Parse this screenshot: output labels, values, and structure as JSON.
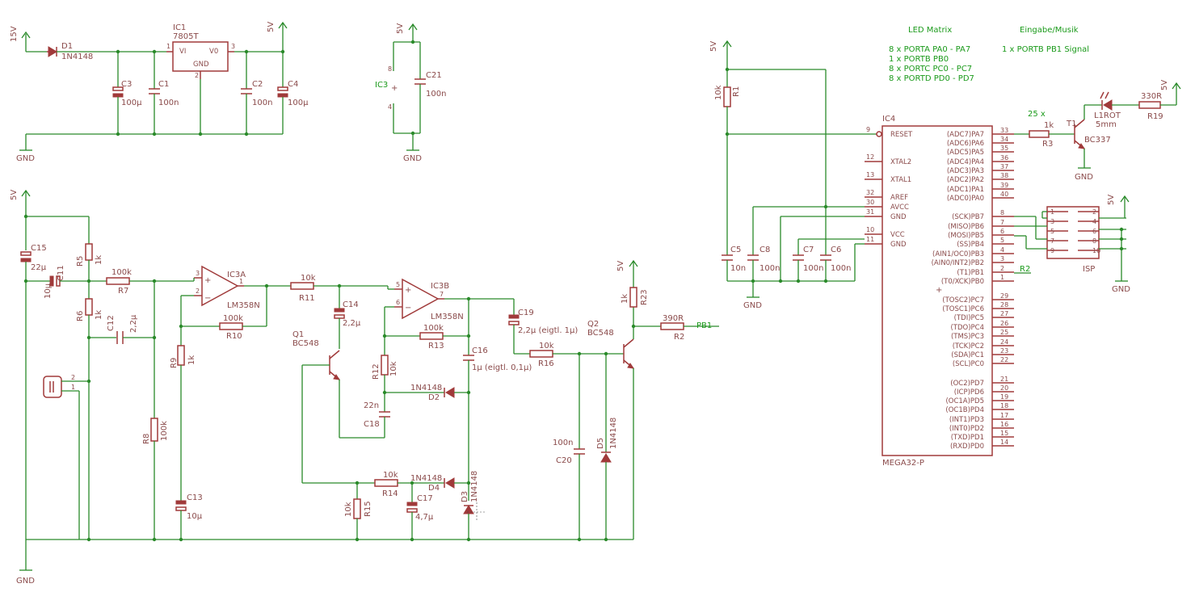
{
  "supply": {
    "v15": "15V",
    "v5": "5V",
    "gnd": "GND"
  },
  "regulator": {
    "name": "IC1",
    "value": "7805T",
    "vi": "VI",
    "vo": "V0",
    "gnd": "GND",
    "p1": "1",
    "p2": "2",
    "p3": "3"
  },
  "d1": {
    "name": "D1",
    "value": "1N4148"
  },
  "c1": {
    "name": "C1",
    "value": "100n"
  },
  "c2": {
    "name": "C2",
    "value": "100n"
  },
  "c3": {
    "name": "C3",
    "value": "100µ"
  },
  "c4": {
    "name": "C4",
    "value": "100µ"
  },
  "ic3pwr": {
    "name": "IC3",
    "p8": "8",
    "p4": "4"
  },
  "c21": {
    "name": "C21",
    "value": "100n"
  },
  "c15": {
    "name": "C15",
    "value": "22µ"
  },
  "c11": {
    "name": "C11",
    "value": "10µ"
  },
  "r5": {
    "name": "R5",
    "value": "1k"
  },
  "r6": {
    "name": "R6",
    "value": "1k"
  },
  "r7": {
    "name": "R7",
    "value": "100k"
  },
  "c12": {
    "name": "C12",
    "value": "2,2µ"
  },
  "r8": {
    "name": "R8",
    "value": "100k"
  },
  "mic": {
    "p1": "1",
    "p2": "2"
  },
  "ic3a": {
    "name": "IC3A",
    "value": "LM358N",
    "p1": "1",
    "p2": "2",
    "p3": "3"
  },
  "r10": {
    "name": "R10",
    "value": "100k"
  },
  "r9": {
    "name": "R9",
    "value": "1k"
  },
  "c13": {
    "name": "C13",
    "value": "10µ"
  },
  "r11": {
    "name": "R11",
    "value": "10k"
  },
  "c14": {
    "name": "C14",
    "value": "2,2µ"
  },
  "q1": {
    "name": "Q1",
    "value": "BC548"
  },
  "ic3b": {
    "name": "IC3B",
    "value": "LM358N",
    "p5": "5",
    "p6": "6",
    "p7": "7"
  },
  "r13": {
    "name": "R13",
    "value": "100k"
  },
  "r12": {
    "name": "R12",
    "value": "10k"
  },
  "c16": {
    "name": "C16",
    "value": "1µ (eigtl. 0,1µ)"
  },
  "d2": {
    "name": "D2",
    "value": "1N4148"
  },
  "c18": {
    "name": "C18",
    "value": "22n"
  },
  "r14": {
    "name": "R14",
    "value": "10k"
  },
  "d4": {
    "name": "D4",
    "value": "1N4148"
  },
  "r15": {
    "name": "R15",
    "value": "10k"
  },
  "c17": {
    "name": "C17",
    "value": "4,7µ"
  },
  "d3": {
    "name": "D3",
    "value": "1N4148"
  },
  "c19": {
    "name": "C19",
    "value": "2,2µ (eigtl. 1µ)"
  },
  "r16": {
    "name": "R16",
    "value": "10k"
  },
  "c20": {
    "name": "C20",
    "value": "100n"
  },
  "d5": {
    "name": "D5",
    "value": "1N4148"
  },
  "q2": {
    "name": "Q2",
    "value": "BC548"
  },
  "r23": {
    "name": "R23",
    "value": "1k"
  },
  "r2": {
    "name": "R2",
    "value": "390R",
    "net": "PB1"
  },
  "r1": {
    "name": "R1",
    "value": "10k"
  },
  "c5": {
    "name": "C5",
    "value": "10n"
  },
  "c8": {
    "name": "C8",
    "value": "100n"
  },
  "c7": {
    "name": "C7",
    "value": "100n"
  },
  "c6": {
    "name": "C6",
    "value": "100n"
  },
  "mcu": {
    "name": "IC4",
    "value": "MEGA32-P",
    "left_pins": [
      {
        "num": "9",
        "label": "RESET"
      },
      {
        "num": "12",
        "label": "XTAL2"
      },
      {
        "num": "13",
        "label": "XTAL1"
      },
      {
        "num": "32",
        "label": "AREF"
      },
      {
        "num": "30",
        "label": "AVCC"
      },
      {
        "num": "31",
        "label": "GND"
      },
      {
        "num": "10",
        "label": "VCC"
      },
      {
        "num": "11",
        "label": "GND"
      }
    ],
    "right_pins": [
      {
        "num": "33",
        "label": "(ADC7)PA7"
      },
      {
        "num": "34",
        "label": "(ADC6)PA6"
      },
      {
        "num": "35",
        "label": "(ADC5)PA5"
      },
      {
        "num": "36",
        "label": "(ADC4)PA4"
      },
      {
        "num": "37",
        "label": "(ADC3)PA3"
      },
      {
        "num": "38",
        "label": "(ADC2)PA2"
      },
      {
        "num": "39",
        "label": "(ADC1)PA1"
      },
      {
        "num": "40",
        "label": "(ADC0)PA0"
      },
      {
        "num": "8",
        "label": "(SCK)PB7"
      },
      {
        "num": "7",
        "label": "(MISO)PB6"
      },
      {
        "num": "6",
        "label": "(MOSI)PB5"
      },
      {
        "num": "5",
        "label": "(SS)PB4"
      },
      {
        "num": "4",
        "label": "(AIN1/OC0)PB3"
      },
      {
        "num": "3",
        "label": "(AIN0/INT2)PB2"
      },
      {
        "num": "2",
        "label": "(T1)PB1"
      },
      {
        "num": "1",
        "label": "(T0/XCK)PB0"
      },
      {
        "num": "29",
        "label": "(TOSC2)PC7"
      },
      {
        "num": "28",
        "label": "(TOSC1)PC6"
      },
      {
        "num": "27",
        "label": "(TDI)PC5"
      },
      {
        "num": "26",
        "label": "(TDO)PC4"
      },
      {
        "num": "25",
        "label": "(TMS)PC3"
      },
      {
        "num": "24",
        "label": "(TCK)PC2"
      },
      {
        "num": "23",
        "label": "(SDA)PC1"
      },
      {
        "num": "22",
        "label": "(SCL)PC0"
      },
      {
        "num": "21",
        "label": "(OC2)PD7"
      },
      {
        "num": "20",
        "label": "(ICP)PD6"
      },
      {
        "num": "19",
        "label": "(OC1A)PD5"
      },
      {
        "num": "18",
        "label": "(OC1B)PD4"
      },
      {
        "num": "17",
        "label": "(INT1)PD3"
      },
      {
        "num": "16",
        "label": "(INT0)PD2"
      },
      {
        "num": "15",
        "label": "(TXD)PD1"
      },
      {
        "num": "14",
        "label": "(RXD)PD0"
      }
    ],
    "net_r2": "R2"
  },
  "r3": {
    "name": "R3",
    "value": "1k"
  },
  "t1": {
    "name": "T1",
    "value": "BC337"
  },
  "led": {
    "name": "L1ROT",
    "value": "5mm",
    "count": "25 x"
  },
  "r19": {
    "name": "R19",
    "value": "330R"
  },
  "isp": {
    "name": "ISP",
    "pins_left": [
      "1",
      "3",
      "5",
      "7",
      "9"
    ],
    "pins_right": [
      "2",
      "4",
      "6",
      "8",
      "10"
    ]
  },
  "notes": {
    "led_title": "LED Matrix",
    "led_lines": [
      "8 x PORTA PA0 - PA7",
      "1 x PORTB PB0",
      "8 x PORTC PC0 - PC7",
      "8 x PORTD PD0 - PD7"
    ],
    "input_title": "Eingabe/Musik",
    "input_line": "1 x PORTB PB1 Signal"
  }
}
